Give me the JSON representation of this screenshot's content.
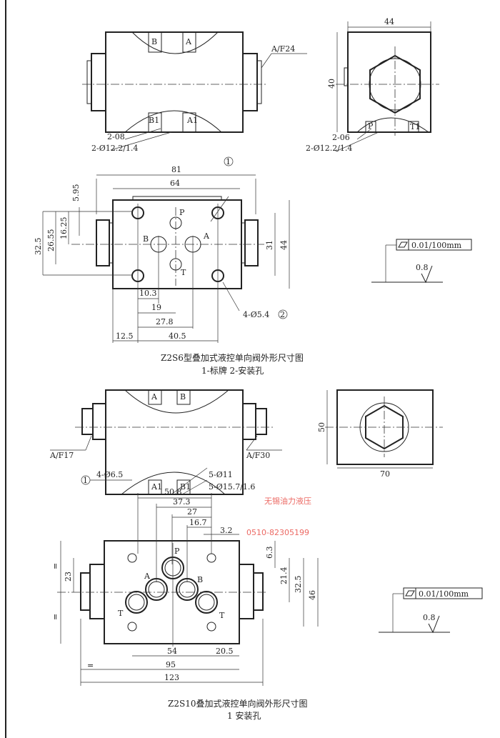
{
  "z2s6": {
    "front": {
      "port_b": "B",
      "port_a": "A",
      "af": "A/F24",
      "port_b1": "B1",
      "port_a1": "A1",
      "orings": "2-08",
      "counterbore": "2-Ø12.2/1.4"
    },
    "side": {
      "width": "44",
      "height": "40",
      "port_p": "P",
      "port_t1": "T1",
      "orings": "2-06",
      "counterbore": "2-Ø12.2/1.4"
    },
    "top": {
      "callout1": "1",
      "d81": "81",
      "d64": "64",
      "d595": "5.95",
      "d1625": "16.25",
      "d2655": "26.55",
      "d325": "32.5",
      "port_p": "P",
      "port_b": "B",
      "port_a": "A",
      "port_t": "T",
      "d31": "31",
      "d44": "44",
      "d103": "10.3",
      "d19": "19",
      "d278": "27.8",
      "d125": "12.5",
      "d405": "40.5",
      "holes": "4-Ø5.4",
      "callout2": "2"
    },
    "surface": {
      "flatness": "0.01/100mm",
      "roughness": "0.8"
    },
    "title": "Z2S6型叠加式液控单向阀外形尺寸图",
    "legend": "1-标牌    2-安装孔"
  },
  "z2s10": {
    "front": {
      "port_a": "A",
      "port_b": "B",
      "port_a1": "A1",
      "port_b1": "B1",
      "af_left": "A/F17",
      "af_right": "A/F30",
      "callout1": "1",
      "holes": "4-Ø6.5",
      "orings": "5-Ø11",
      "counterbore": "5-Ø15.7/1.6"
    },
    "side": {
      "height": "50",
      "width": "70"
    },
    "top": {
      "d508": "50.8",
      "d373": "37.3",
      "d27": "27",
      "d167": "16.7",
      "d32": "3.2",
      "d63": "6.3",
      "d214": "21.4",
      "d325": "32.5",
      "d46": "46",
      "d23": "23",
      "eq1": "=",
      "eq2": "=",
      "eq3": "=",
      "port_p": "P",
      "port_a": "A",
      "port_b": "B",
      "port_t_left": "T",
      "port_t_right": "T",
      "d54": "54",
      "d205": "20.5",
      "d95": "95",
      "d123": "123"
    },
    "surface": {
      "flatness": "0.01/100mm",
      "roughness": "0.8"
    },
    "title": "Z2S10叠加式液控单向阀外形尺寸图",
    "legend": "1 安装孔"
  },
  "watermark": {
    "company": "无锡油力液压",
    "phone": "0510-82305199",
    "color": "#ec6a64"
  }
}
